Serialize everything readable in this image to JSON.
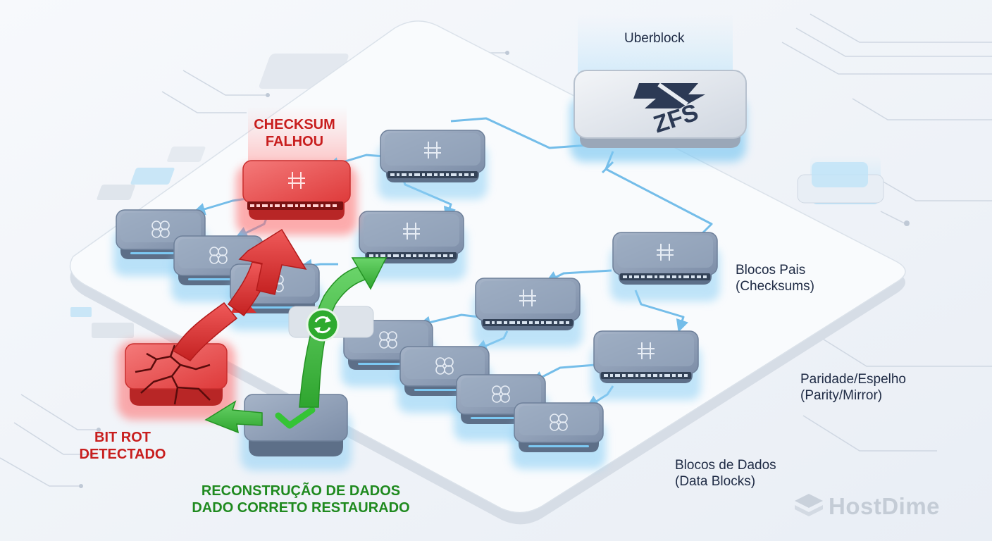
{
  "labels": {
    "uberblock": "Uberblock",
    "zfs_logo": "ZFS",
    "checksum_failed": [
      "CHECKSUM",
      "FALHOU"
    ],
    "bit_rot": [
      "BIT ROT",
      "DETECTADO"
    ],
    "reconstruction": [
      "RECONSTRUÇÃO DE DADOS",
      "DADO CORRETO RESTAURADO"
    ],
    "parent_blocks": [
      "Blocos Pais",
      "(Checksums)"
    ],
    "parity_mirror": [
      "Paridade/Espelho",
      "(Parity/Mirror)"
    ],
    "data_blocks": [
      "Blocos de Dados",
      "(Data Blocks)"
    ]
  },
  "branding": {
    "logo_text": "HostDime"
  },
  "colors": {
    "block_top": "#8fa0b8",
    "block_side": "#5d6f88",
    "glow_blue": "#7cc8f2",
    "connector": "#74bde9",
    "error_red": "#e23b3b",
    "success_green": "#32b532",
    "platform": "#f8fafc"
  },
  "icons": [
    "zfs-logo-icon",
    "hash-icon",
    "cluster-icon",
    "checkmark-icon",
    "refresh-cycle-icon",
    "crack-icon",
    "hostdime-logo-icon"
  ]
}
